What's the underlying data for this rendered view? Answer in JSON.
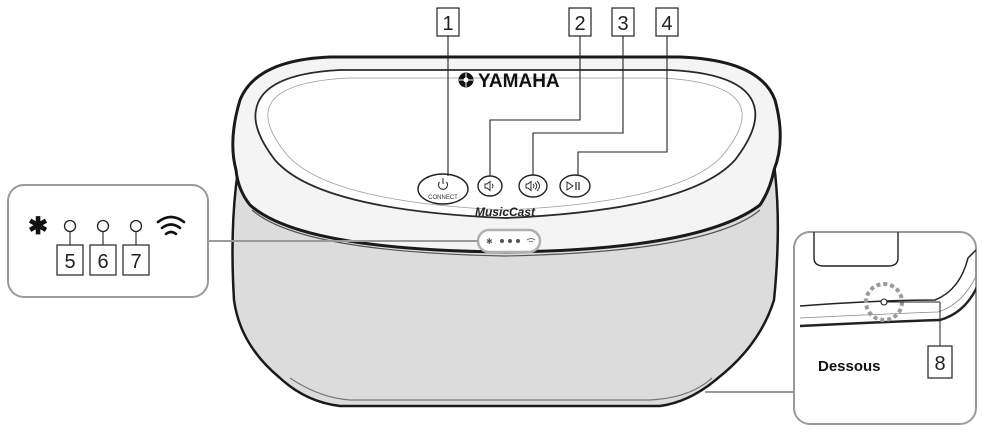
{
  "callouts": [
    "1",
    "2",
    "3",
    "4",
    "5",
    "6",
    "7",
    "8"
  ],
  "brand": {
    "name": "YAMAHA",
    "product": "MusicCast"
  },
  "buttons": {
    "connect_label": "CONNECT"
  },
  "bottom_inset": {
    "label": "Dessous"
  },
  "colors": {
    "outline": "#1a1a1a",
    "grille": "#dcdcdc",
    "top_panel": "#ffffff",
    "inset_border": "#9a9a9a",
    "dashed_ring": "#9a9a9a"
  },
  "icons": {
    "connect": "power-icon",
    "volume_down": "speaker-low-icon",
    "volume_up": "speaker-high-icon",
    "play_pause": "play-pause-icon",
    "bluetooth": "bluetooth-icon",
    "wifi": "wifi-icon"
  }
}
